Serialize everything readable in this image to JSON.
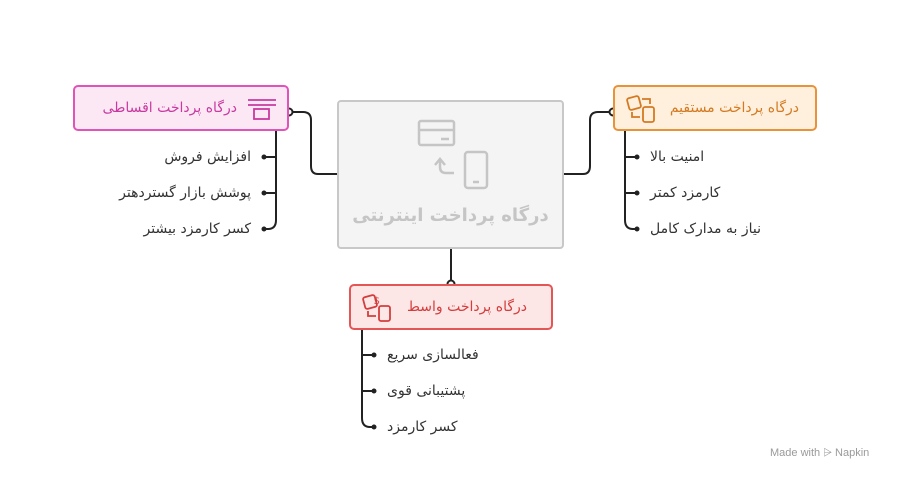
{
  "diagram": {
    "center": {
      "title": "درگاه پرداخت اینترنتی",
      "icon": "card-to-phone-icon"
    },
    "branches": [
      {
        "id": "installment",
        "title": "درگاه پرداخت اقساطی",
        "icon": "installment-stack-icon",
        "color": "#e053b8",
        "items": [
          "افزایش فروش",
          "پوشش بازار گستردهتر",
          "کسر کارمزد بیشتر"
        ]
      },
      {
        "id": "direct",
        "title": "درگاه پرداخت مستقیم",
        "icon": "direct-transfer-icon",
        "color": "#e8923a",
        "items": [
          "امنیت بالا",
          "کارمزد کمتر",
          "نیاز به مدارک کامل"
        ]
      },
      {
        "id": "intermediary",
        "title": "درگاه پرداخت واسط",
        "icon": "intermediary-exchange-icon",
        "color": "#e45555",
        "items": [
          "فعالسازی سریع",
          "پشتیبانی قوی",
          "کسر کارمزد"
        ]
      }
    ]
  },
  "footer": {
    "text": "Made with ⩥ Napkin"
  }
}
